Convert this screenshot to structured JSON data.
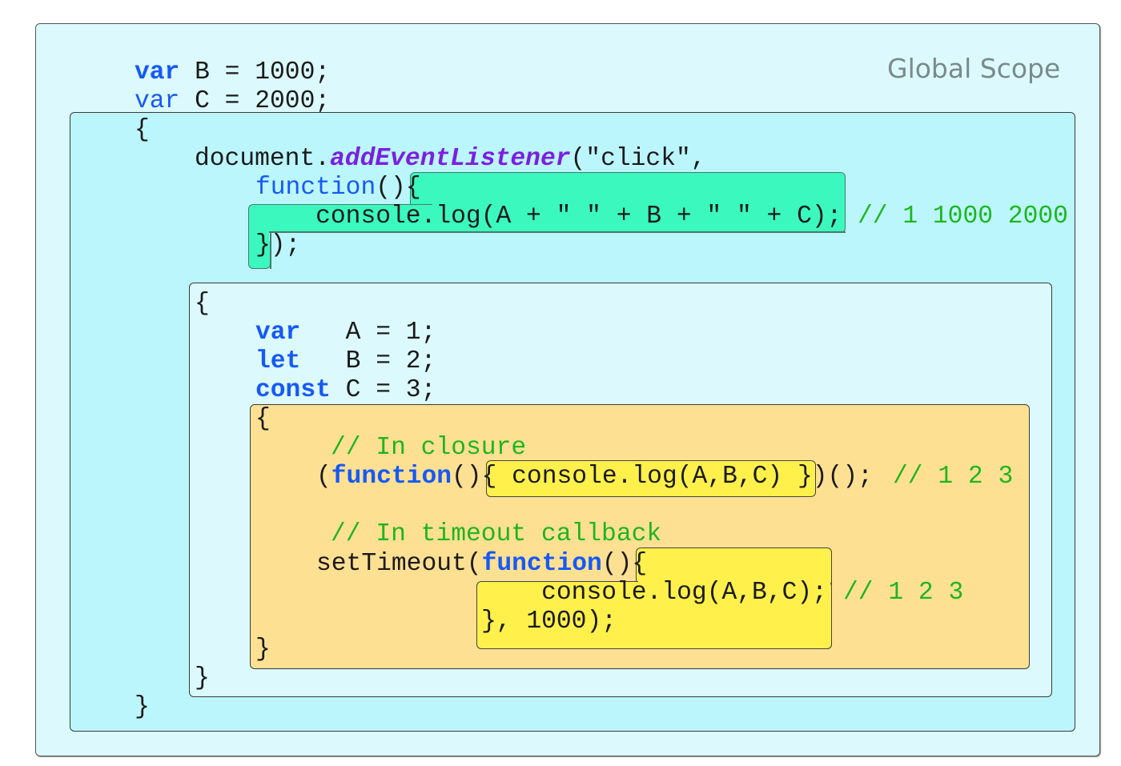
{
  "diagram": {
    "scope_label": "Global Scope",
    "colors": {
      "global_scope_bg": "#dcfafe",
      "block_scope_bg": "#bbf6fd",
      "inner_block_bg": "#dcfafe",
      "closure_block_bg": "#fee093",
      "listener_fn_highlight": "#3bf9be",
      "closure_fn_highlight": "#fff04c",
      "keyword": "#1659f5",
      "method": "#7b1fe0",
      "comment": "#1fb51f"
    },
    "global": {
      "line1": {
        "kw": "var",
        "rest": " B = 1000;"
      },
      "line2": {
        "kw": "var",
        "rest": " C = 2000;"
      }
    },
    "block1": {
      "open_brace": "{",
      "listener_obj": "document.",
      "listener_method": "addEventListener",
      "listener_args": "(\"click\",",
      "fn_kw": "function",
      "fn_parens": "()",
      "fn_open": "{",
      "log_stmt": "    console.log(A + \" \" + B + \" \" + C);",
      "log_comment": "// 1 1000 2000",
      "fn_close": "}",
      "call_close": ");",
      "close_brace": "}"
    },
    "block2": {
      "open_brace": "{",
      "decls": [
        {
          "kw": "var",
          "rest": "   A = 1;"
        },
        {
          "kw": "let",
          "rest": "   B = 2;"
        },
        {
          "kw": "const",
          "rest": " C = 3;"
        }
      ],
      "close_brace": "}"
    },
    "block3": {
      "open_brace": "{",
      "comment_closure": "// In closure",
      "iife_open": "(",
      "iife_kw": "function",
      "iife_parens": "()",
      "iife_body": "{ console.log(A,B,C) }",
      "iife_tail": ")();",
      "iife_comment": "// 1 2 3",
      "comment_timeout": "// In timeout callback",
      "timeout_call": "setTimeout(",
      "timeout_kw": "function",
      "timeout_parens": "()",
      "timeout_open": "{",
      "timeout_log": "    console.log(A,B,C);",
      "timeout_comment": "// 1 2 3",
      "timeout_close": "}, 1000);",
      "close_brace": "}"
    }
  }
}
